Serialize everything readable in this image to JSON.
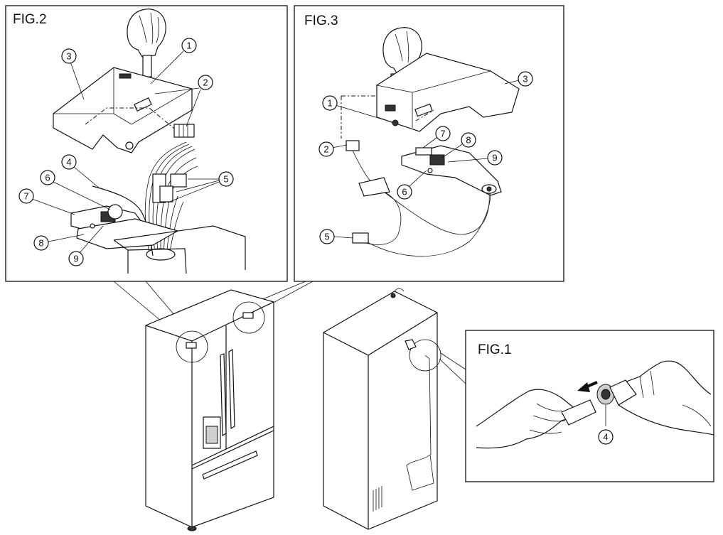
{
  "figures": {
    "fig2": {
      "label": "FIG.2"
    },
    "fig3": {
      "label": "FIG.3"
    },
    "fig1": {
      "label": "FIG.1"
    }
  },
  "callouts": {
    "fig2": [
      "1",
      "2",
      "3",
      "4",
      "5",
      "6",
      "7",
      "8",
      "9"
    ],
    "fig3": [
      "1",
      "2",
      "3",
      "5",
      "6",
      "7",
      "8",
      "9"
    ],
    "fig1": [
      "4"
    ]
  }
}
